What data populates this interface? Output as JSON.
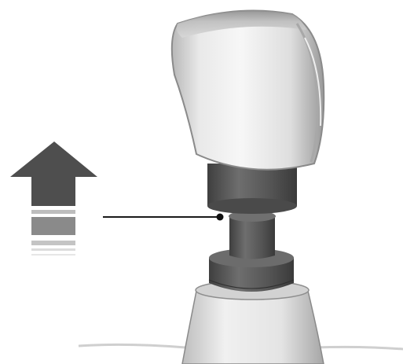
{
  "illustration": {
    "subject": "gear-shift-knob",
    "callout_direction": "lift-up",
    "icons": [
      "up-arrow-icon",
      "leader-line"
    ]
  },
  "colors": {
    "background": "#ffffff",
    "arrow_dark": "#4e4e4e",
    "arrow_mid": "#8a8a8a",
    "arrow_light": "#c4c4c4",
    "knob_light": "#f2f2f2",
    "knob_shadow": "#9c9c9c",
    "collar_dark": "#5a5a5a",
    "boot_light": "#e6e6e6"
  }
}
